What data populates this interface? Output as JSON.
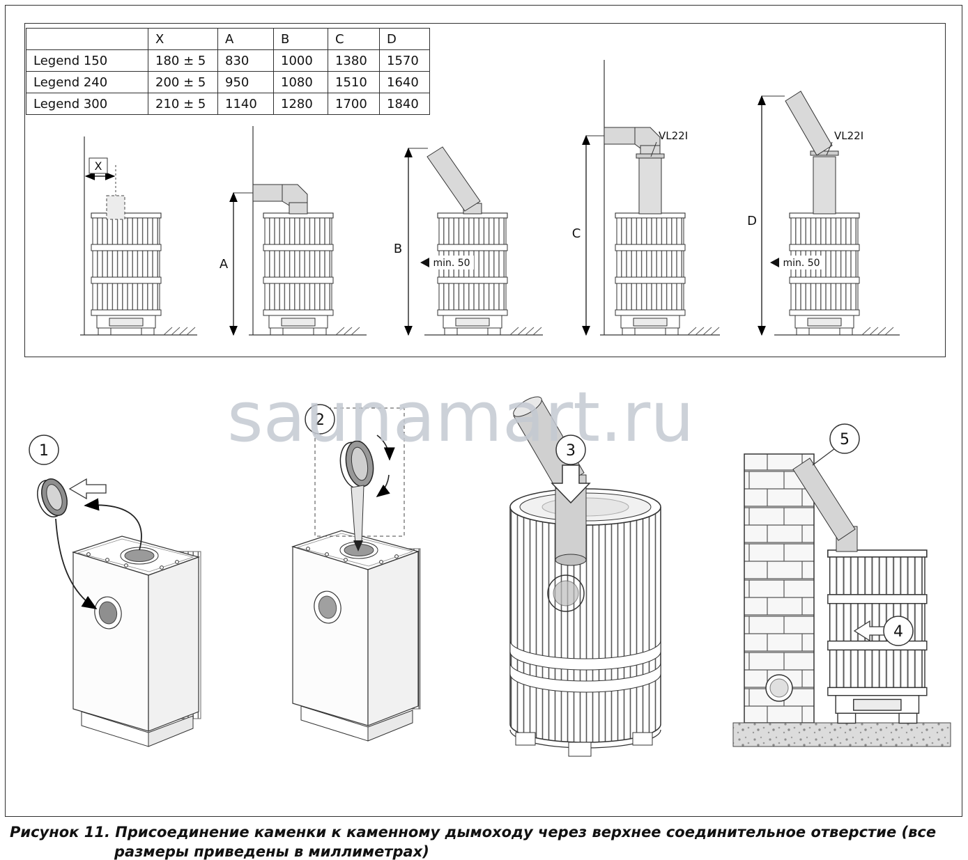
{
  "table": {
    "headers": [
      "",
      "X",
      "A",
      "B",
      "C",
      "D"
    ],
    "rows": [
      [
        "Legend 150",
        "180 ± 5",
        "830",
        "1000",
        "1380",
        "1570"
      ],
      [
        "Legend 240",
        "200 ± 5",
        "950",
        "1080",
        "1510",
        "1640"
      ],
      [
        "Legend 300",
        "210 ± 5",
        "1140",
        "1280",
        "1700",
        "1840"
      ]
    ]
  },
  "labels": {
    "dim_x": "X",
    "dim_a": "A",
    "dim_b": "B",
    "dim_c": "C",
    "dim_d": "D",
    "vl22i": "VL22I",
    "min50": "min. 50"
  },
  "steps": {
    "s1": "1",
    "s2": "2",
    "s3": "3",
    "s4": "4",
    "s5": "5"
  },
  "watermark": "saunamart.ru",
  "caption": {
    "line1": "Рисунок 11. Присоединение каменки к каменному дымоходу через верхнее соединительное отверстие (все",
    "line2": "размеры приведены в миллиметрах)"
  }
}
